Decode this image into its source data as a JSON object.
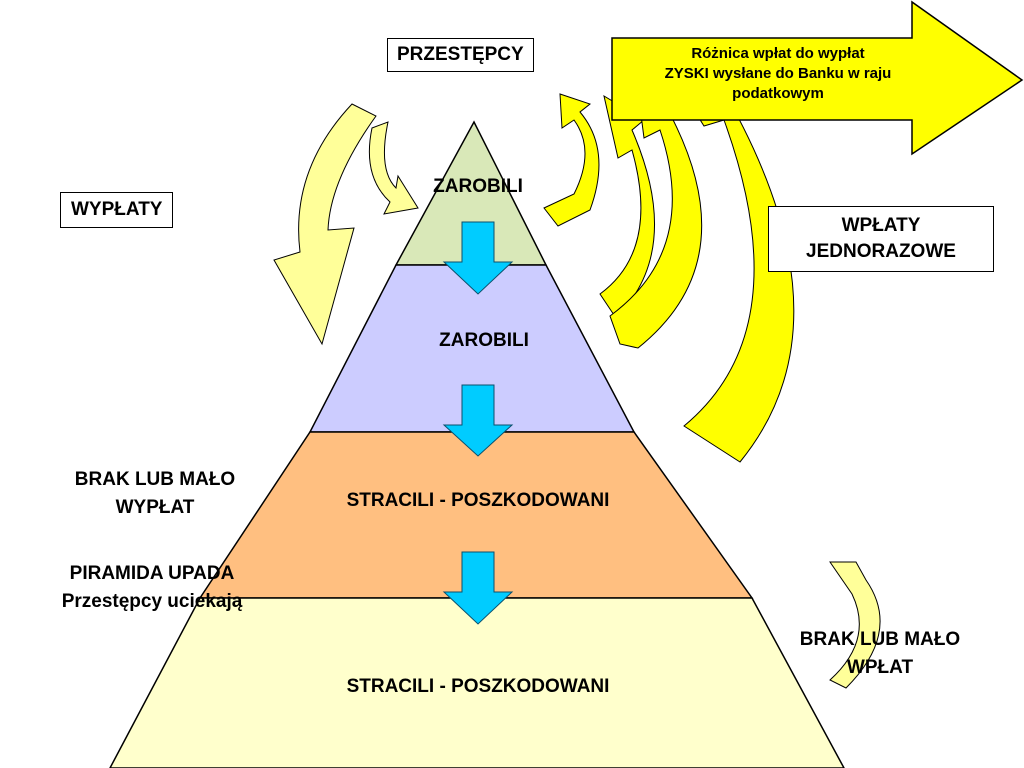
{
  "colors": {
    "tier1": "#d9e8b8",
    "tier2": "#ccccff",
    "tier3": "#ffbf80",
    "tier4": "#ffffcc",
    "flow_arrow": "#00ccff",
    "money_arrow_bright": "#ffff00",
    "money_arrow_pale": "#ffff99",
    "outline": "#000000"
  },
  "labels": {
    "criminals": "PRZESTĘPCY",
    "payouts": "WYPŁATY",
    "lump_sum_payments": [
      "WPŁATY",
      "JEDNORAZOWE"
    ],
    "profit_arrow_text": [
      "Różnica wpłat do wypłat",
      "ZYSKI wysłane do Banku w raju",
      "podatkowym"
    ],
    "no_payouts": [
      "BRAK LUB MAŁO",
      "WYPŁAT"
    ],
    "pyramid_collapses": [
      "PIRAMIDA UPADA",
      "Przestępcy uciekają"
    ],
    "no_payments": [
      "BRAK LUB MAŁO",
      "WPŁAT"
    ]
  },
  "pyramid": {
    "tiers": [
      {
        "label": "ZAROBILI"
      },
      {
        "label": "ZAROBILI"
      },
      {
        "label": "STRACILI - POSZKODOWANI"
      },
      {
        "label": "STRACILI - POSZKODOWANI"
      }
    ]
  },
  "icons": [
    "down-flow-arrow-icon",
    "curved-arrow-icon",
    "block-arrow-right-icon"
  ]
}
